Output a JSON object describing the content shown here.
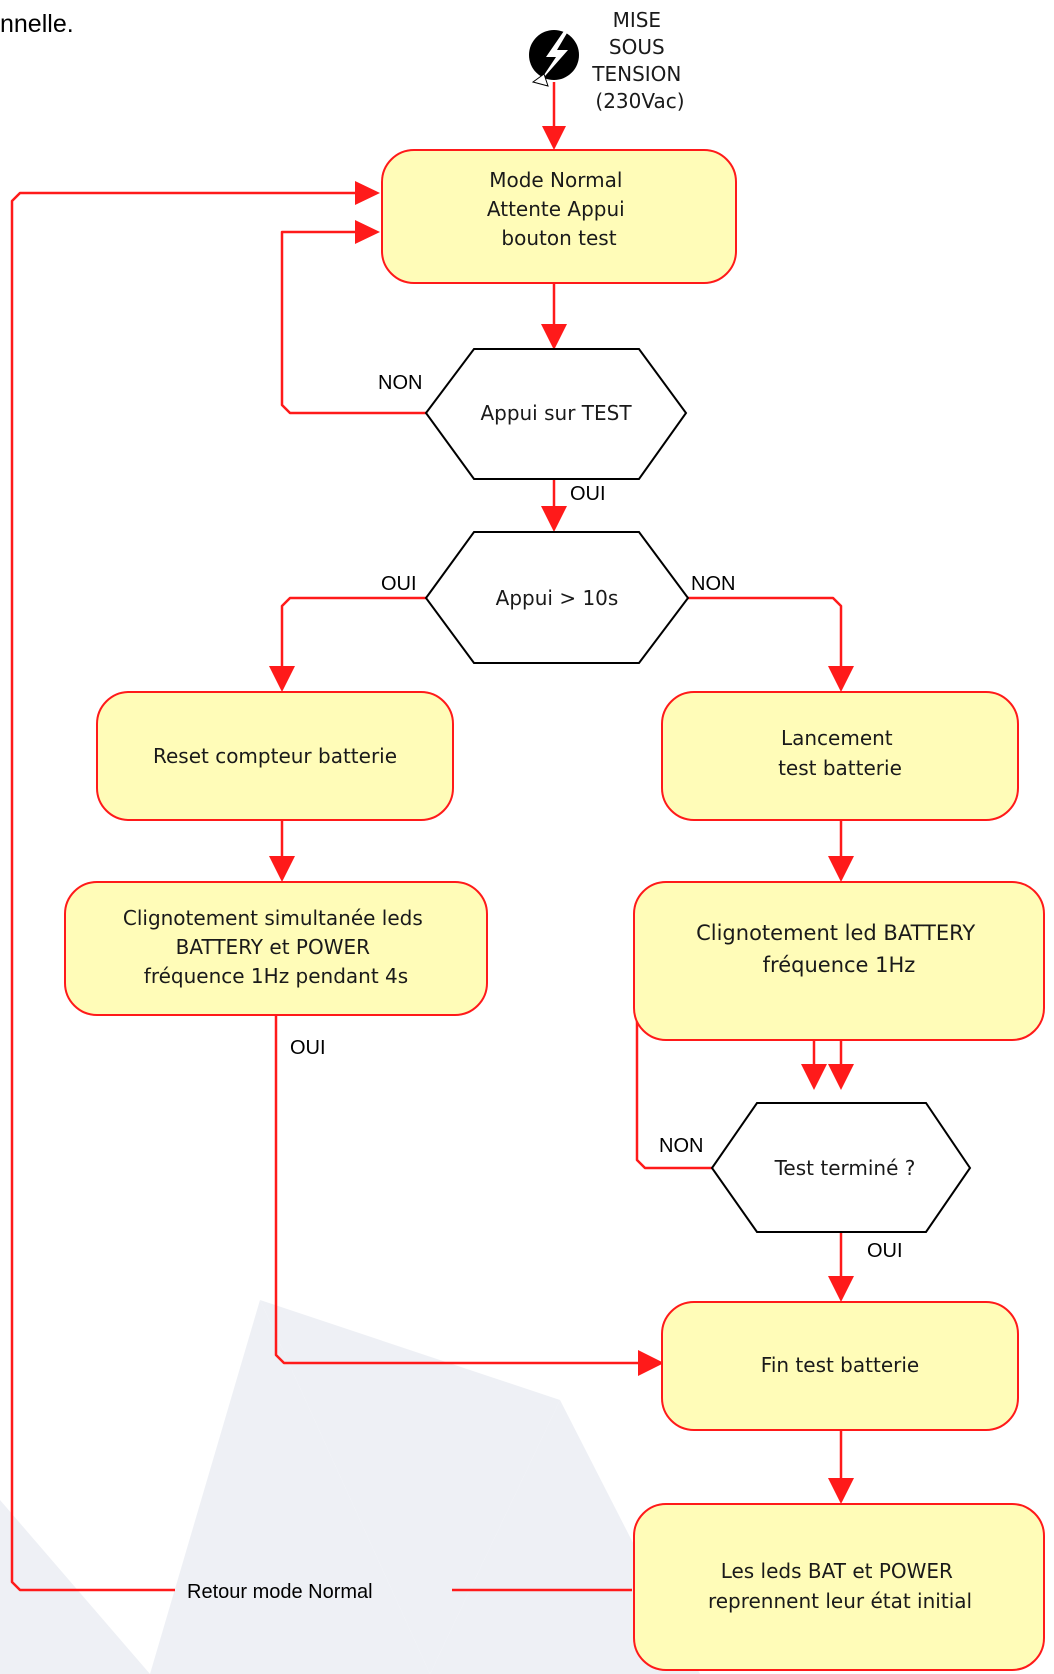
{
  "intro_fragment": "nnelle.",
  "power_on": {
    "icon": "power-lightning-icon",
    "lines": [
      "MISE",
      "SOUS",
      "TENSION",
      "(230Vac)"
    ]
  },
  "nodes": {
    "mode_normal": {
      "lines": [
        "Mode Normal",
        "Attente Appui",
        "bouton test"
      ]
    },
    "appui_test": {
      "lines": [
        "Appui sur TEST"
      ]
    },
    "appui_10s": {
      "lines": [
        "Appui > 10s"
      ]
    },
    "reset_compteur": {
      "lines": [
        "Reset compteur batterie"
      ]
    },
    "lancement_test": {
      "lines": [
        "Lancement",
        "test batterie"
      ]
    },
    "clignotement_simultane": {
      "lines": [
        "Clignotement simultanée leds",
        "BATTERY et POWER",
        "fréquence 1Hz pendant 4s"
      ]
    },
    "clignotement_battery": {
      "lines": [
        "Clignotement led BATTERY",
        "fréquence 1Hz"
      ]
    },
    "test_termine": {
      "lines": [
        "Test terminé ?"
      ]
    },
    "fin_test": {
      "lines": [
        "Fin test batterie"
      ]
    },
    "leds_reprennent": {
      "lines": [
        "Les leds BAT et POWER",
        "reprennent leur état initial"
      ]
    }
  },
  "edge_labels": {
    "appui_test_non": "NON",
    "appui_test_oui": "OUI",
    "appui_10s_oui": "OUI",
    "appui_10s_non": "NON",
    "clignotement_oui": "OUI",
    "test_termine_non": "NON",
    "test_termine_oui": "OUI",
    "retour": "Retour mode Normal"
  },
  "colors": {
    "connector": "#ff1a1a",
    "box_fill": "#fffcb8",
    "decision_fill": "#ffffff",
    "decision_stroke": "#000000"
  }
}
